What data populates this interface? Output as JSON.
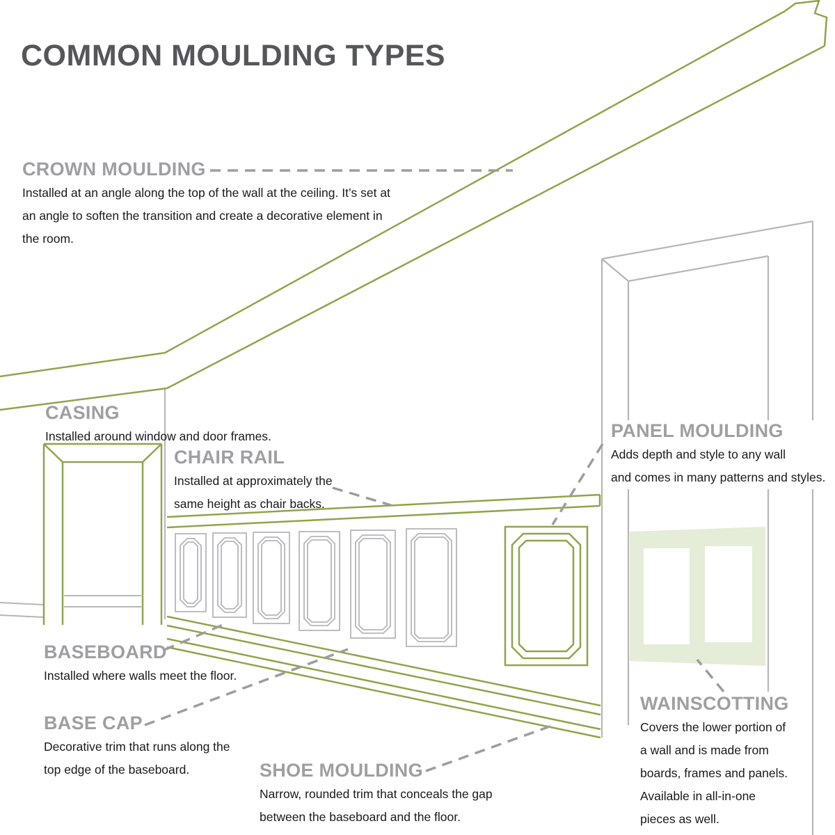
{
  "title": "COMMON MOULDING TYPES",
  "palette": {
    "moulding_green": "#8fa44a",
    "wainscot_fill_green": "#e5ecd7",
    "drawing_line_gray": "#b5b6b8",
    "leader_dash_gray": "#9d9d9d",
    "heading_gray": "#9e9fa2",
    "title_gray": "#55565a",
    "body_text": "#1a1a1a"
  },
  "labels": {
    "crown_moulding": {
      "heading": "CROWN MOULDING",
      "body": "Installed at an angle along the top of the wall at the ceiling.  It’s set at\nan angle to soften the transition and create a decorative element in\nthe room."
    },
    "casing": {
      "heading": "CASING",
      "body": "Installed around window and door frames."
    },
    "chair_rail": {
      "heading": "CHAIR RAIL",
      "body": "Installed at approximately the\nsame height as chair backs."
    },
    "panel_moulding": {
      "heading": "PANEL MOULDING",
      "body": "Adds depth and style to any wall\nand comes in many patterns and styles."
    },
    "baseboard": {
      "heading": "BASEBOARD",
      "body": "Installed where walls meet the floor."
    },
    "base_cap": {
      "heading": "BASE CAP",
      "body": "Decorative trim that runs along the\ntop edge of the baseboard."
    },
    "shoe_moulding": {
      "heading": "SHOE MOULDING",
      "body": "Narrow, rounded trim that conceals the gap\nbetween the baseboard and the floor."
    },
    "wainscotting": {
      "heading": "WAINSCOTTING",
      "body": "Covers the lower portion of\na wall and is made from\nboards, frames and panels.\nAvailable in all-in-one\npieces as well."
    }
  }
}
